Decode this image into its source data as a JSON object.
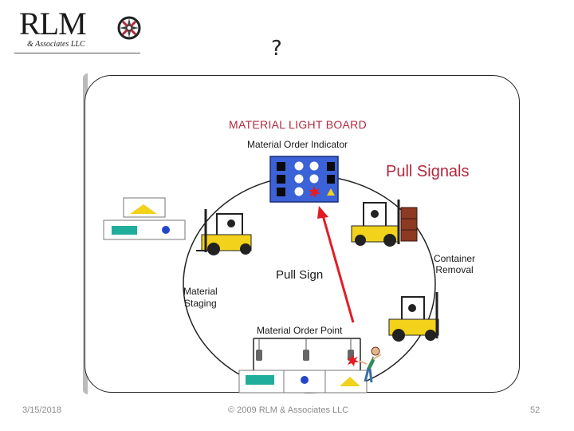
{
  "logo": {
    "main": "RLM",
    "sub": "& Associates LLC"
  },
  "slide": {
    "title": "?"
  },
  "diagram": {
    "board_title": "MATERIAL LIGHT BOARD",
    "indicator_label": "Material Order Indicator",
    "signals_label": "Pull Signals",
    "pull_sign_label": "Pull Sign",
    "staging_label_1": "Material",
    "staging_label_2": "Staging",
    "removal_label_1": "Container",
    "removal_label_2": "Removal",
    "order_point_label": "Material Order Point",
    "colors": {
      "board": "#3b62d6",
      "forklift": "#f2d21a",
      "arrow": "#e51b24",
      "accent_red": "#b2283d",
      "teal": "#1fae9c",
      "blue_dot": "#2446c9",
      "yellow_triangle": "#f2d21a",
      "barrel": "#8c3a22"
    }
  },
  "footer": {
    "date": "3/15/2018",
    "copyright": "© 2009 RLM & Associates LLC",
    "page": "52"
  }
}
